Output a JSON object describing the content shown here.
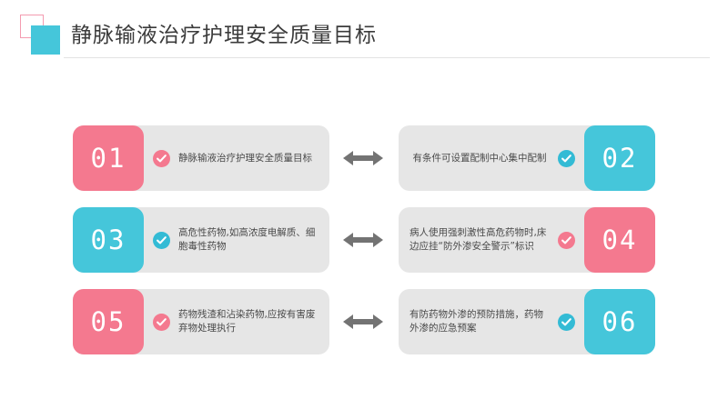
{
  "header": {
    "title": "静脉输液治疗护理安全质量目标",
    "decor_outline_icon": "square-outline",
    "decor_solid_icon": "square-solid"
  },
  "colors": {
    "pink": "#F4798F",
    "teal": "#45C6DA",
    "card_gray": "#E6E6E6",
    "arrow_gray": "#737373",
    "title_text": "#3B3B3B",
    "body_text": "#4A4A4A",
    "divider": "#E3E3E3"
  },
  "rows": [
    {
      "arrow_icon": "double-arrow-horizontal",
      "left": {
        "number": "01",
        "number_color": "pink",
        "check_icon": "check-circle-icon",
        "check_color": "pink",
        "text": "静脉输液治疗护理安全质量目标"
      },
      "right": {
        "number": "02",
        "number_color": "teal",
        "check_icon": "check-circle-icon",
        "check_color": "teal",
        "text": "有条件可设置配制中心集中配制"
      }
    },
    {
      "arrow_icon": "double-arrow-horizontal",
      "left": {
        "number": "03",
        "number_color": "teal",
        "check_icon": "check-circle-icon",
        "check_color": "teal",
        "text": "高危性药物,如高浓度电解质、细胞毒性药物"
      },
      "right": {
        "number": "04",
        "number_color": "pink",
        "check_icon": "check-circle-icon",
        "check_color": "pink",
        "text": "病人使用强刺激性高危药物时,床边应挂“防外渗安全警示”标识"
      }
    },
    {
      "arrow_icon": "double-arrow-horizontal",
      "left": {
        "number": "05",
        "number_color": "pink",
        "check_icon": "check-circle-icon",
        "check_color": "pink",
        "text": "药物残渣和沾染药物,应按有害废弃物处理执行"
      },
      "right": {
        "number": "06",
        "number_color": "teal",
        "check_icon": "check-circle-icon",
        "check_color": "teal",
        "text": "有防药物外渗的预防措施，药物外渗的应急预案"
      }
    }
  ]
}
